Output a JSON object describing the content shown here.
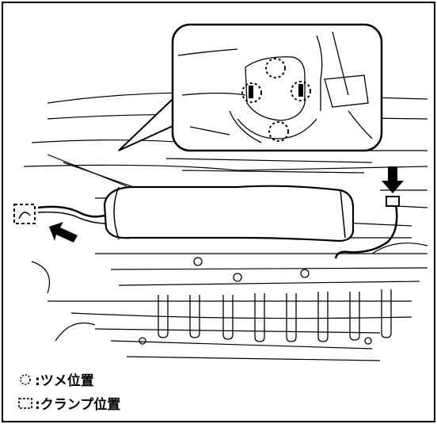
{
  "legend": {
    "claw_symbol": "claw-position-symbol",
    "claw_label": ":ツメ位置",
    "clamp_symbol": "clamp-position-symbol",
    "clamp_label": ":クランプ位置"
  },
  "colors": {
    "line": "#000000",
    "background": "#ffffff"
  }
}
